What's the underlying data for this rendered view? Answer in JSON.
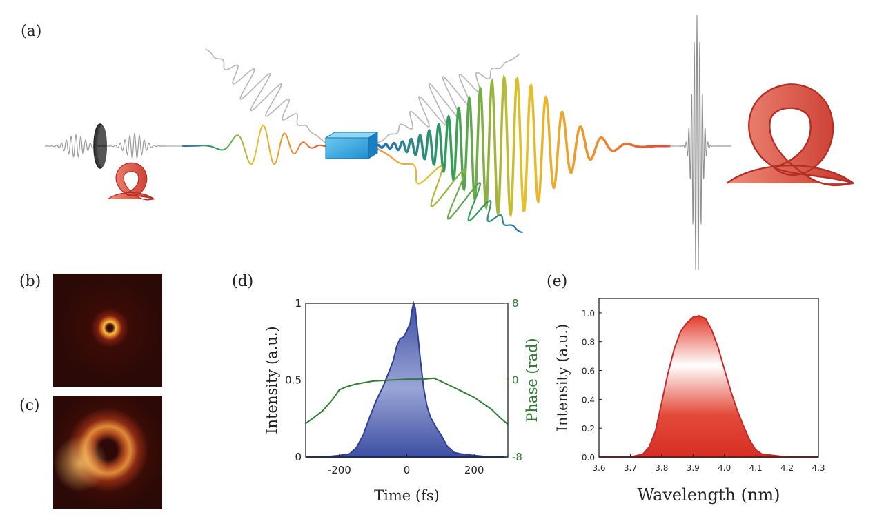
{
  "panel_labels": {
    "a": "(a)",
    "b": "(b)",
    "c": "(c)",
    "d": "(d)",
    "e": "(e)"
  },
  "colors": {
    "intensity_fill": "#4256a8",
    "phase_line": "#2e7d32",
    "spectrum_fill": "#d32f2f",
    "vortex": "#d9483b"
  },
  "icons": {
    "vortex_small": "vortex-ribbon-icon",
    "vortex_large": "vortex-ribbon-icon",
    "phase_plate": "spiral-phase-plate-icon",
    "crystal": "nonlinear-crystal-icon"
  },
  "chart_data": [
    {
      "id": "d",
      "type": "area",
      "xlabel": "Time (fs)",
      "ylabel": "Intensity (a.u.)",
      "y2label": "Phase (rad)",
      "xlim": [
        -300,
        300
      ],
      "ylim": [
        0,
        1
      ],
      "y2lim": [
        -8,
        8
      ],
      "x_ticks": [
        "-200",
        "0",
        "200"
      ],
      "y_ticks": [
        "0",
        "0.5",
        "1"
      ],
      "y2_ticks": [
        "-8",
        "0",
        "8"
      ],
      "series": [
        {
          "x": [
            -300,
            -250,
            -200,
            -170,
            -150,
            -130,
            -110,
            -90,
            -70,
            -50,
            -40,
            -30,
            -20,
            -10,
            0,
            10,
            15,
            20,
            25,
            30,
            40,
            50,
            60,
            70,
            80,
            90,
            100,
            110,
            120,
            140,
            160,
            200,
            250,
            300
          ],
          "y": [
            0.0,
            0.0,
            0.01,
            0.02,
            0.06,
            0.14,
            0.26,
            0.37,
            0.46,
            0.57,
            0.63,
            0.72,
            0.77,
            0.78,
            0.82,
            0.87,
            0.95,
            1.0,
            0.97,
            0.86,
            0.64,
            0.45,
            0.33,
            0.26,
            0.22,
            0.18,
            0.15,
            0.11,
            0.07,
            0.03,
            0.02,
            0.01,
            0.0,
            0.0
          ]
        },
        {
          "x": [
            -300,
            -280,
            -250,
            -220,
            -200,
            -180,
            -150,
            -100,
            -50,
            0,
            50,
            80,
            100,
            130,
            160,
            200,
            250,
            280,
            300
          ],
          "y": [
            -4.5,
            -4.0,
            -3.2,
            -2.0,
            -1.0,
            -0.7,
            -0.4,
            -0.1,
            0.0,
            0.1,
            0.1,
            0.2,
            -0.1,
            -0.6,
            -1.1,
            -1.8,
            -3.0,
            -4.0,
            -4.6
          ]
        }
      ]
    },
    {
      "id": "e",
      "type": "area",
      "xlabel": "Wavelength (nm)",
      "ylabel": "Intensity (a.u.)",
      "xlim": [
        3.6,
        4.3
      ],
      "ylim": [
        0,
        1.1
      ],
      "x_ticks": [
        "3.6",
        "3.7",
        "3.8",
        "3.9",
        "4.0",
        "4.1",
        "4.2",
        "4.3"
      ],
      "y_ticks": [
        "0.0",
        "0.2",
        "0.4",
        "0.6",
        "0.8",
        "1.0"
      ],
      "series": [
        {
          "x": [
            3.6,
            3.7,
            3.74,
            3.76,
            3.78,
            3.8,
            3.82,
            3.84,
            3.86,
            3.88,
            3.9,
            3.92,
            3.94,
            3.96,
            3.98,
            4.0,
            4.02,
            4.04,
            4.06,
            4.08,
            4.1,
            4.12,
            4.2,
            4.3
          ],
          "y": [
            0.0,
            0.0,
            0.02,
            0.07,
            0.18,
            0.38,
            0.58,
            0.75,
            0.87,
            0.93,
            0.97,
            0.98,
            0.96,
            0.88,
            0.76,
            0.61,
            0.46,
            0.33,
            0.22,
            0.12,
            0.05,
            0.02,
            0.0,
            0.0
          ]
        }
      ]
    }
  ]
}
